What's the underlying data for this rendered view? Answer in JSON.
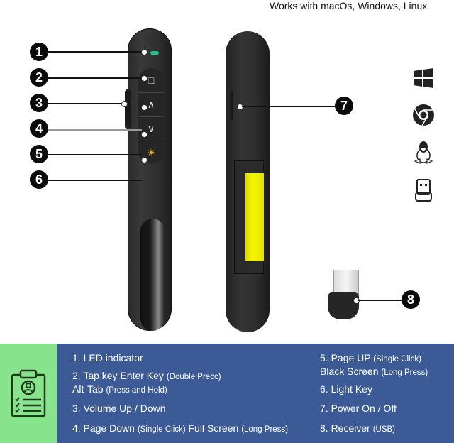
{
  "header": {
    "compatibility": "Works with macOs, Windows, Linux"
  },
  "callouts": [
    {
      "number": "1",
      "target": "LED indicator"
    },
    {
      "number": "2",
      "target": "Tap key"
    },
    {
      "number": "3",
      "target": "Volume slider"
    },
    {
      "number": "4",
      "target": "Page down key"
    },
    {
      "number": "5",
      "target": "Page up key"
    },
    {
      "number": "6",
      "target": "Light key"
    },
    {
      "number": "7",
      "target": "Power switch"
    },
    {
      "number": "8",
      "target": "USB receiver"
    }
  ],
  "buttons": {
    "tap": "□",
    "up": "∧",
    "down": "∨",
    "light": "☀"
  },
  "colors": {
    "led": "#1ec98a",
    "battery": "#f0f000",
    "legend_icon_bg": "#88e48c",
    "legend_text_bg": "#3c5a96",
    "laser_light": "#f2b705"
  },
  "os_icons": [
    "windows-icon",
    "chrome-icon",
    "linux-icon",
    "usb-receiver-icon"
  ],
  "legend": {
    "icon": "clipboard-user-checklist-icon",
    "items": [
      {
        "main": "1. LED indicator",
        "note": ""
      },
      {
        "main": "2. Tap key Enter Key",
        "note": "(Double Precc)"
      },
      {
        "main": "Alt-Tab",
        "note": "(Press and Hold)"
      },
      {
        "main": "3. Volume Up / Down",
        "note": ""
      },
      {
        "main": "4. Page Down",
        "note": "(Single Click)",
        "main2": "Full Screen",
        "note2": "(Long Press)"
      },
      {
        "main": "5. Page UP",
        "note": "(Single Click)"
      },
      {
        "main": "Black Screen",
        "note": "(Long Press)"
      },
      {
        "main": "6. Light Key",
        "note": ""
      },
      {
        "main": "7. Power On / Off",
        "note": ""
      },
      {
        "main": "8. Receiver",
        "note": "(USB)"
      }
    ]
  }
}
